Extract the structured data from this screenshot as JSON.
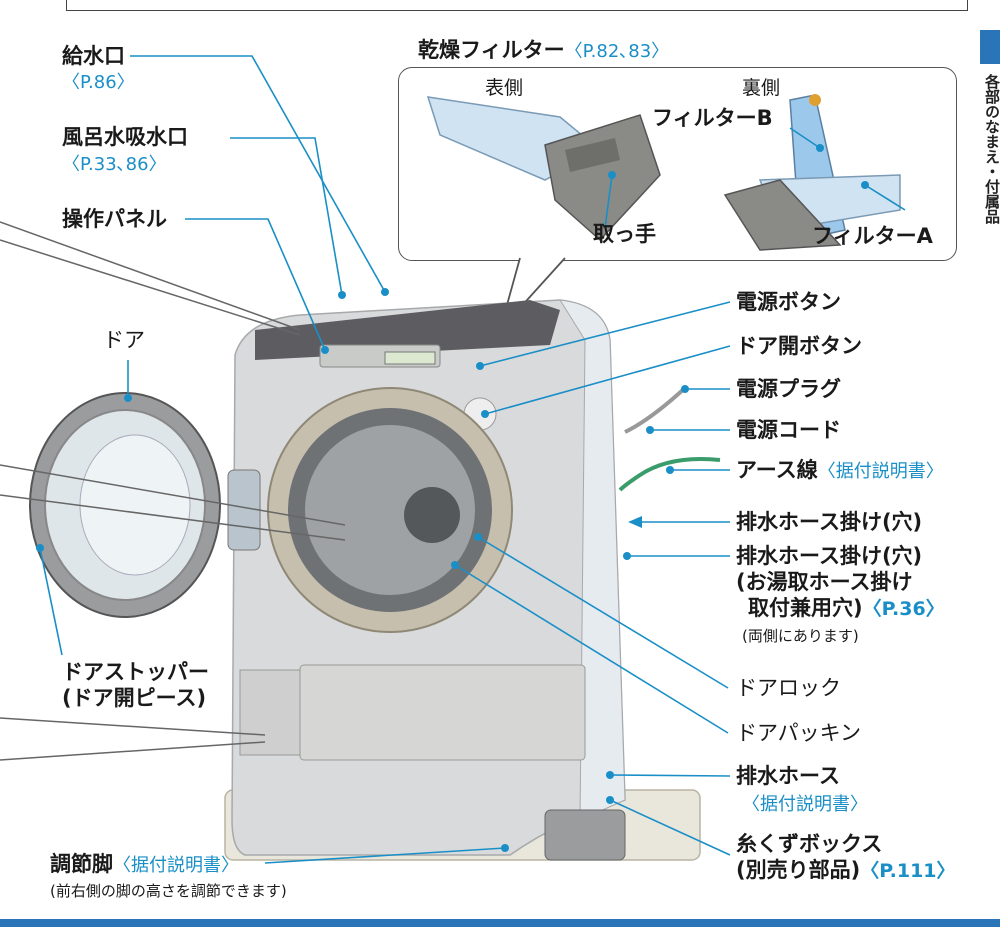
{
  "side_tab": {
    "text": "各部のなまえ・付属品",
    "color": "#2a74b8"
  },
  "filter": {
    "title": "乾燥フィルター",
    "ref": "〈P.82､83〉",
    "front": "表側",
    "back": "裏側",
    "filter_b": "フィルターB",
    "handle": "取っ手",
    "filter_a": "フィルターA"
  },
  "labels": {
    "water_inlet": "給水口",
    "water_inlet_ref": "〈P.86〉",
    "bath_inlet": "風呂水吸水口",
    "bath_inlet_ref": "〈P.33､86〉",
    "panel": "操作パネル",
    "door": "ドア",
    "stopper": "ドアストッパー",
    "stopper_sub": "(ドア開ピース)",
    "foot": "調節脚",
    "foot_ref": "〈据付説明書〉",
    "foot_note": "(前右側の脚の高さを調節できます)",
    "power_button": "電源ボタン",
    "door_button": "ドア開ボタン",
    "plug": "電源プラグ",
    "cord": "電源コード",
    "earth": "アース線",
    "earth_ref": "〈据付説明書〉",
    "hose_hook": "排水ホース掛け(穴)",
    "hose_hook2": "排水ホース掛け(穴)",
    "hose_hook2_sub1": "(お湯取ホース掛け",
    "hose_hook2_sub2": "取付兼用穴)",
    "hose_hook2_ref": "〈P.36〉",
    "hose_hook2_note": "(両側にあります)",
    "door_lock": "ドアロック",
    "door_packing": "ドアパッキン",
    "drain_hose": "排水ホース",
    "drain_hose_ref": "〈据付説明書〉",
    "lint_box": "糸くずボックス",
    "lint_box_sub": "(別売り部品)",
    "lint_box_ref": "〈P.111〉"
  },
  "colors": {
    "accent": "#1a8fc7",
    "leader": "#1a8fc7"
  }
}
